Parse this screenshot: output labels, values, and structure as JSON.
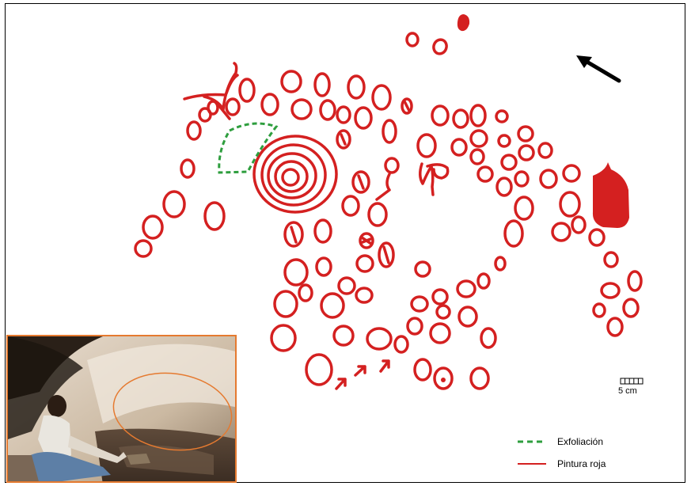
{
  "legend": {
    "items": [
      {
        "label": "Exfoliación",
        "style": "dashed",
        "color": "#2e9e3e"
      },
      {
        "label": "Pintura roja",
        "style": "solid",
        "color": "#d42020"
      }
    ]
  },
  "scale": {
    "label": "5 cm"
  },
  "colors": {
    "paint": "#d42020",
    "exfoliation": "#2e9e3e",
    "inset_border": "#e57a30",
    "arrow": "#000000"
  },
  "icons": {
    "north_arrow": "arrow-up-left-icon"
  }
}
